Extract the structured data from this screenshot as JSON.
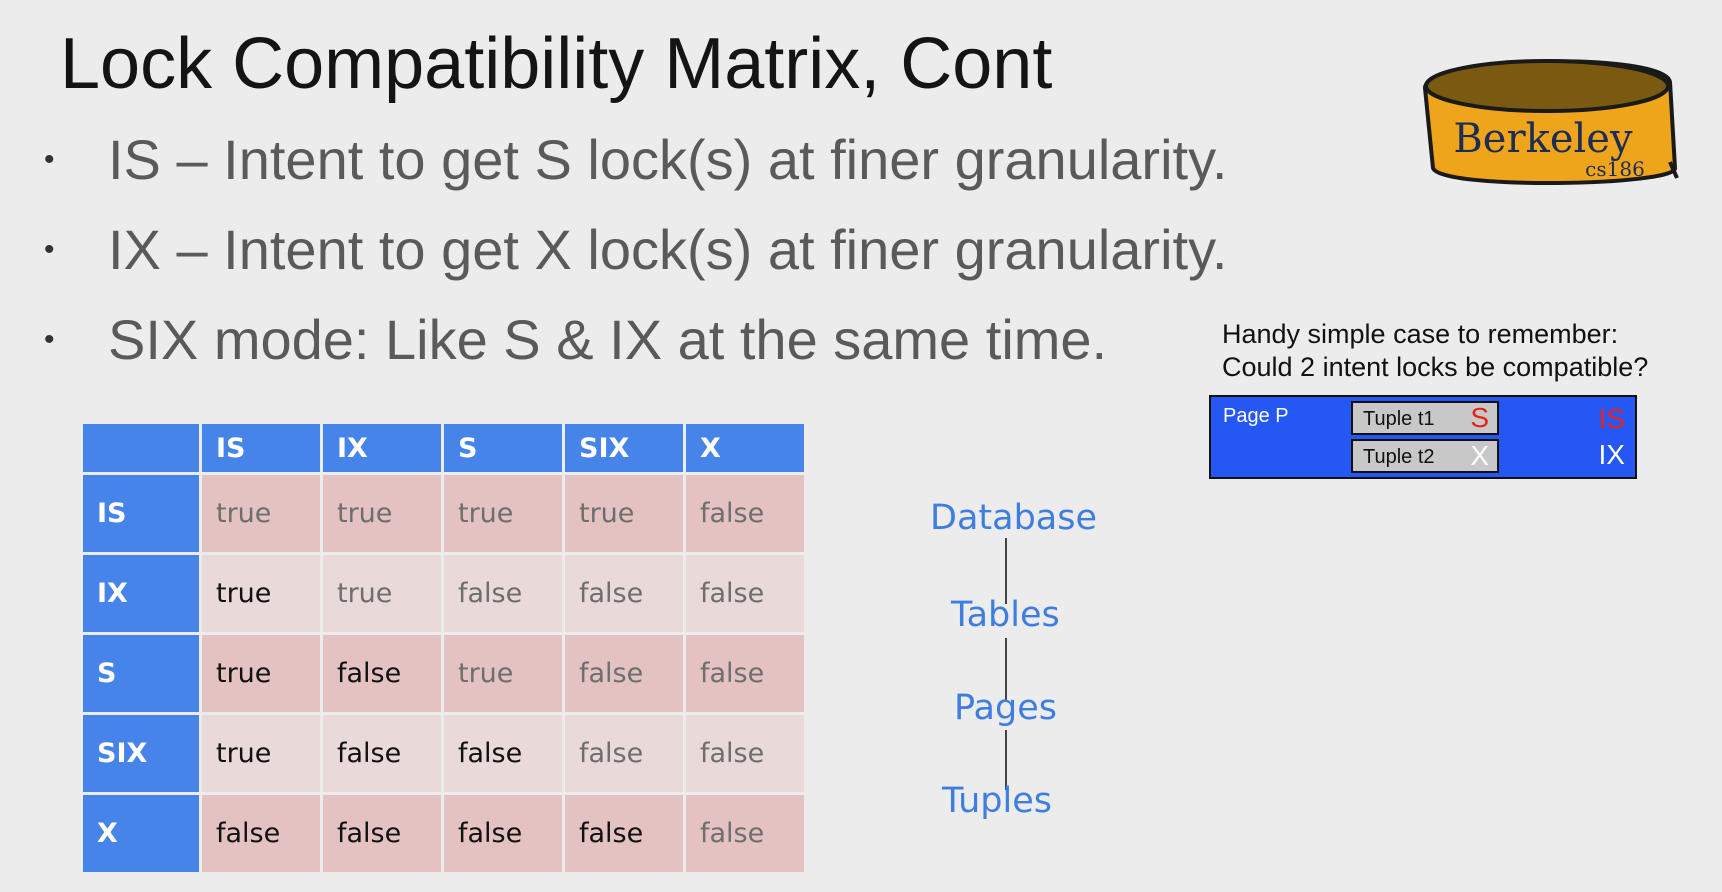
{
  "title": "Lock Compatibility Matrix, Cont",
  "bullets": [
    "IS – Intent to get S lock(s) at finer granularity.",
    "IX – Intent to get X lock(s) at finer granularity.",
    "SIX mode: Like S & IX at the same time."
  ],
  "bullet_symbol": "•",
  "logo": {
    "name": "Berkeley",
    "sub": "cs186"
  },
  "matrix": {
    "columns": [
      "IS",
      "IX",
      "S",
      "SIX",
      "X"
    ],
    "rows": [
      {
        "label": "IS",
        "cells": [
          "true",
          "true",
          "true",
          "true",
          "false"
        ]
      },
      {
        "label": "IX",
        "cells": [
          "true",
          "true",
          "false",
          "false",
          "false"
        ]
      },
      {
        "label": "S",
        "cells": [
          "true",
          "false",
          "true",
          "false",
          "false"
        ]
      },
      {
        "label": "SIX",
        "cells": [
          "true",
          "false",
          "false",
          "false",
          "false"
        ]
      },
      {
        "label": "X",
        "cells": [
          "false",
          "false",
          "false",
          "false",
          "false"
        ]
      }
    ]
  },
  "hierarchy": [
    "Database",
    "Tables",
    "Pages",
    "Tuples"
  ],
  "handy": {
    "line1": "Handy simple case to remember:",
    "line2": "Could 2 intent locks be compatible?"
  },
  "page_diagram": {
    "page_label": "Page P",
    "tuples": [
      {
        "name": "Tuple t1",
        "lock": "S"
      },
      {
        "name": "Tuple t2",
        "lock": "X"
      }
    ],
    "page_locks": [
      "IS",
      "IX"
    ]
  },
  "colors": {
    "header_blue": "#4684e9",
    "hierarchy_blue": "#3f7ee0",
    "page_blue": "#2557f5",
    "lock_red": "#e8221c",
    "logo_gold": "#eea51c"
  }
}
